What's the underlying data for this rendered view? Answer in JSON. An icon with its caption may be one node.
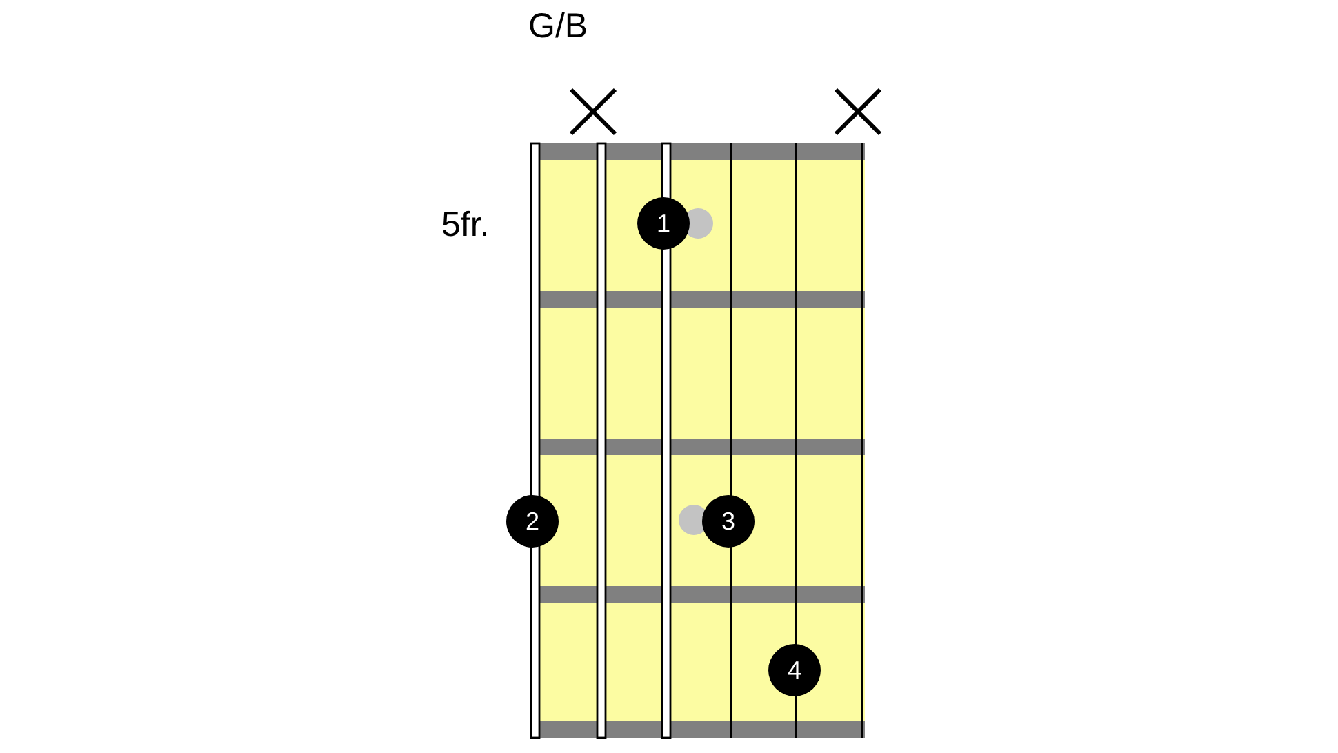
{
  "diagram": {
    "title": "G/B",
    "nodes": [
      {
        "text": [
          "1"
        ]
      },
      {
        "text": [],
        "shape": "circle"
      },
      {
        "text": [
          "2"
        ]
      },
      {
        "text": [],
        "shape": "circle"
      },
      {
        "text": [
          "3"
        ]
      },
      {
        "text": [
          "4"
        ]
      }
    ],
    "labels": [
      "5fr."
    ]
  }
}
